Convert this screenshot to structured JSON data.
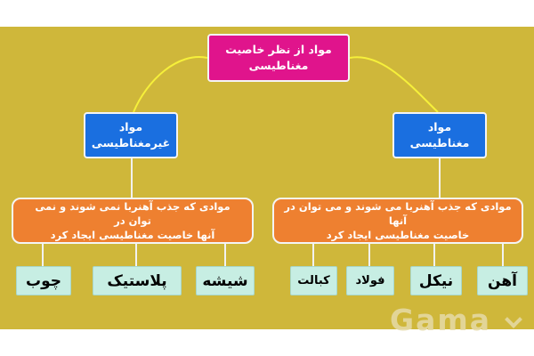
{
  "diagram": {
    "root": {
      "line1": "مواد از نظر خاصیت",
      "line2": "مغناطیسی"
    },
    "categories": [
      {
        "line1": "مواد مغناطیسی",
        "line2": ""
      },
      {
        "line1": "مواد",
        "line2": "غیرمغناطیسی"
      }
    ],
    "descriptions": [
      {
        "line1": "موادی که جذب آهنربا می شوند و  می توان در آنها",
        "line2": "خاصیت مغناطیسی ایجاد کرد"
      },
      {
        "line1": "موادی که جذب آهنربا نمی شوند و نمی توان در",
        "line2": "آنها خاصیت مغناطیسی ایجاد کرد"
      }
    ],
    "magnetic_examples": [
      "آهن",
      "نیکل",
      "فولاد",
      "کبالت"
    ],
    "nonmagnetic_examples": [
      "شیشه",
      "پلاستیک",
      "چوب"
    ]
  },
  "watermark": {
    "text": "Gama"
  },
  "colors": {
    "background": "#cfb73a",
    "root": "#e0148c",
    "category": "#1a6fe0",
    "description": "#ee8030",
    "leaf": "#c7eee3",
    "connector_top": "#f6f03a",
    "connector_bottom": "#f2f2f2"
  }
}
